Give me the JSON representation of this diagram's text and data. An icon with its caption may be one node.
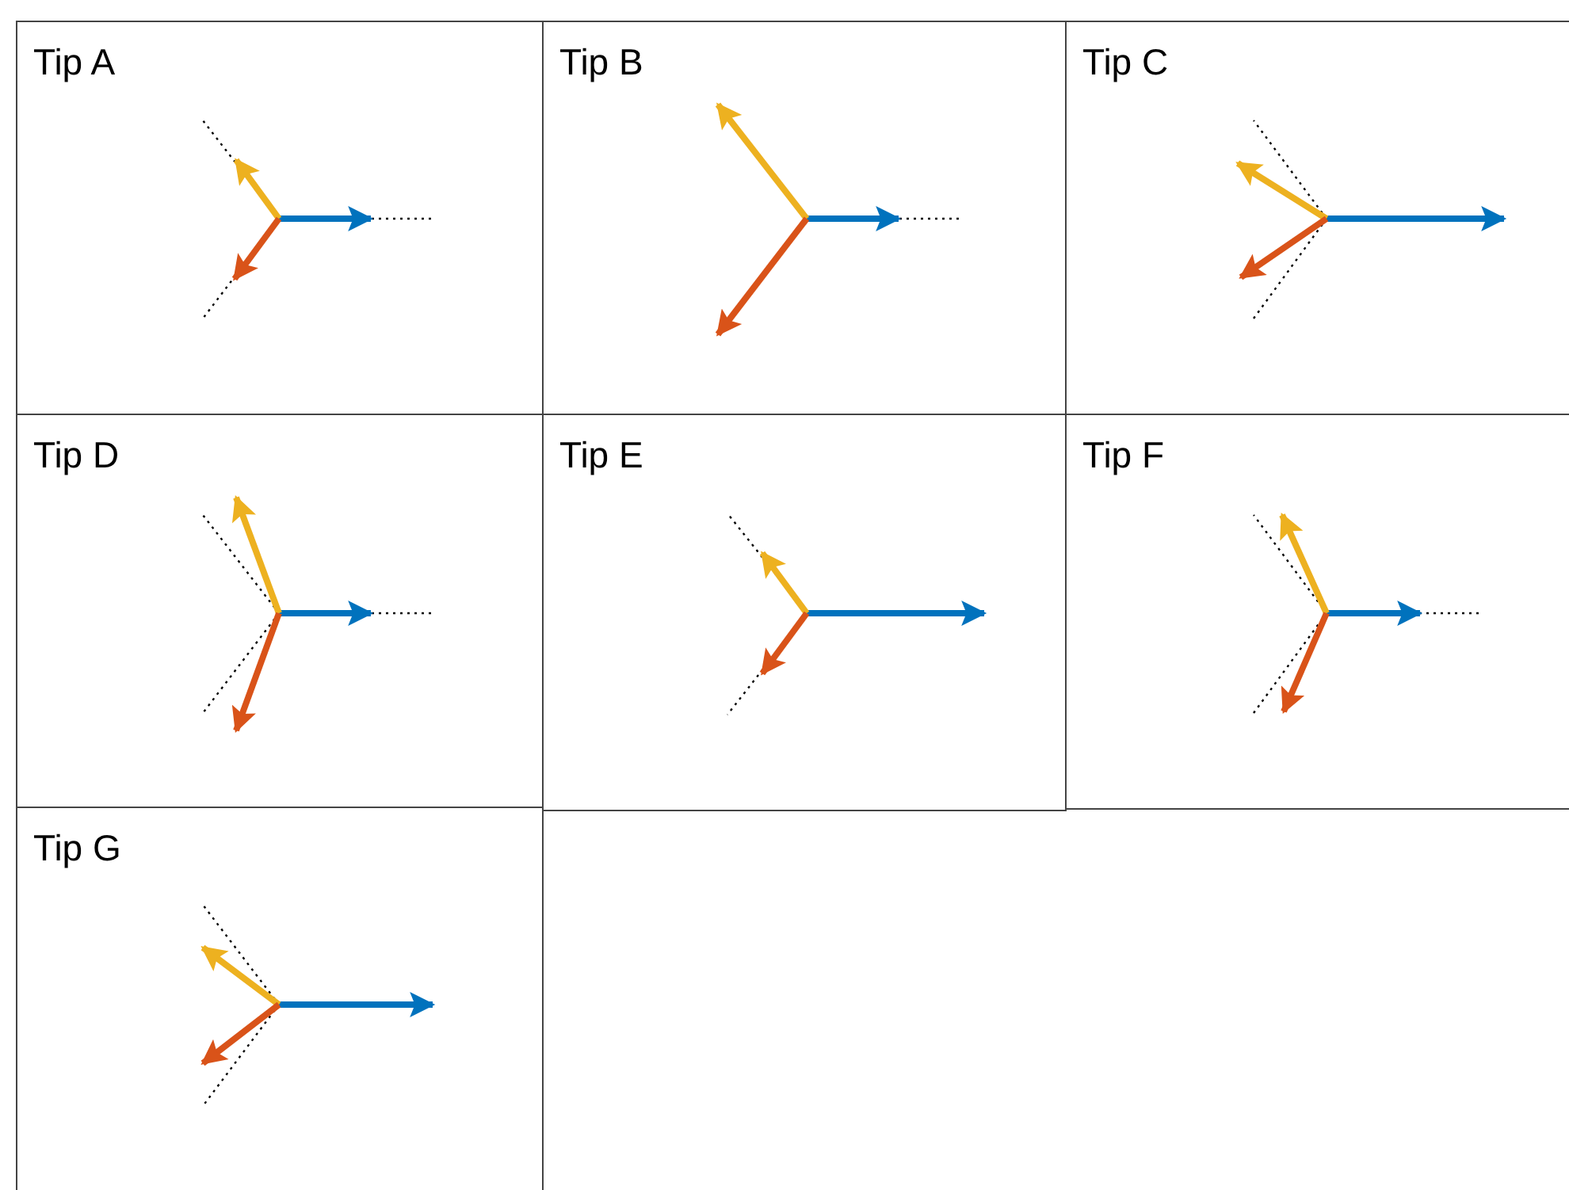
{
  "diagram": {
    "nodes": [
      {
        "text": [
          "Tip A"
        ]
      },
      {
        "text": [
          "Tip B"
        ]
      },
      {
        "text": [
          "Tip C"
        ]
      },
      {
        "text": [
          "Tip D"
        ]
      },
      {
        "text": [
          "Tip E"
        ]
      },
      {
        "text": [
          "Tip F"
        ]
      },
      {
        "text": [
          "Tip G"
        ]
      }
    ]
  }
}
